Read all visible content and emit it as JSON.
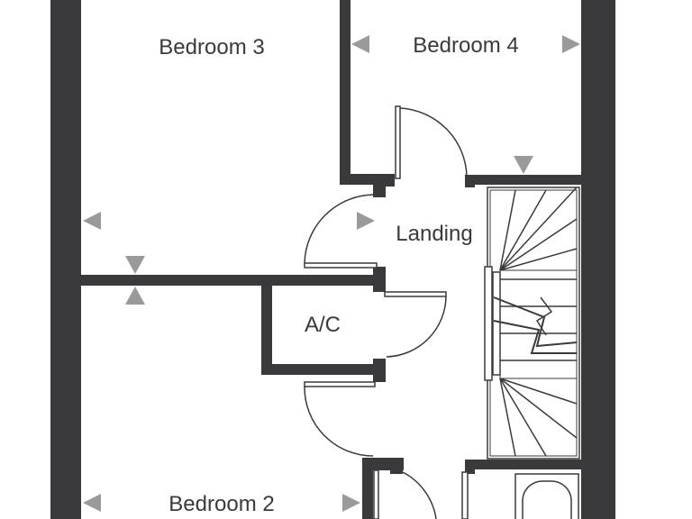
{
  "floorplan": {
    "rooms": {
      "bedroom_3": "Bedroom 3",
      "bedroom_4": "Bedroom 4",
      "landing": "Landing",
      "airing_cupboard": "A/C",
      "bedroom_2": "Bedroom 2"
    },
    "colors": {
      "wall": "#3a3a3c",
      "line": "#3a3a3c",
      "marker": "#9a9a9c",
      "background": "#ffffff"
    },
    "icons": [
      "dimension-arrow-icon",
      "staircase-icon",
      "door-swing-icon",
      "bathtub-icon"
    ]
  }
}
